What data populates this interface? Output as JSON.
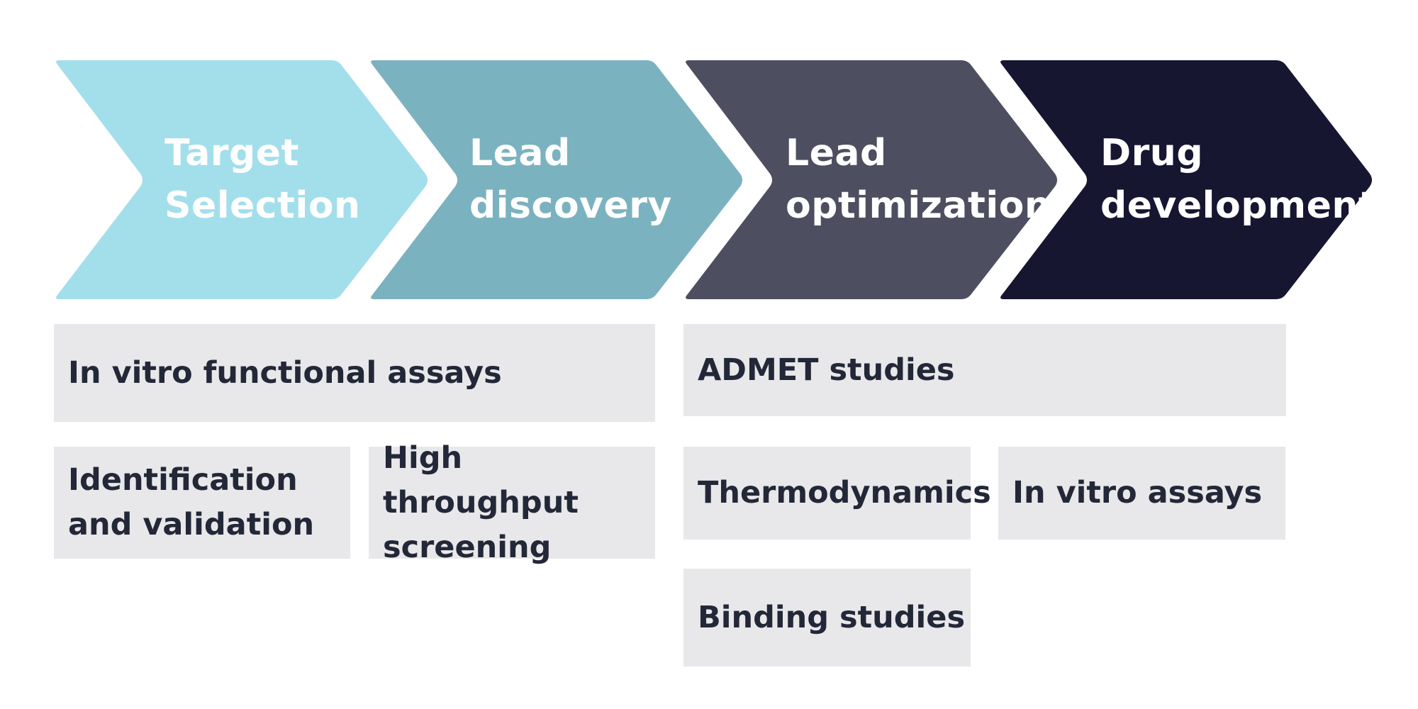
{
  "stages": [
    {
      "lines": [
        "Target",
        "Selection"
      ],
      "color": "#a3deeb"
    },
    {
      "lines": [
        "Lead",
        "discovery"
      ],
      "color": "#7bb2bf"
    },
    {
      "lines": [
        "Lead",
        "optimization"
      ],
      "color": "#4e4e61"
    },
    {
      "lines": [
        "Drug",
        "development"
      ],
      "color": "#161631"
    }
  ],
  "boxes": {
    "in_vitro_functional": "In vitro functional assays",
    "admet": "ADMET studies",
    "identification": [
      "Identification",
      "and validation"
    ],
    "high_throughput": [
      "High throughput",
      "screening"
    ],
    "thermodynamics": "Thermodynamics",
    "in_vitro_assays": "In vitro assays",
    "binding": "Binding studies"
  },
  "colors": {
    "box_background": "#e8e8ea",
    "box_text": "#232838",
    "stage_text": "#ffffff"
  }
}
